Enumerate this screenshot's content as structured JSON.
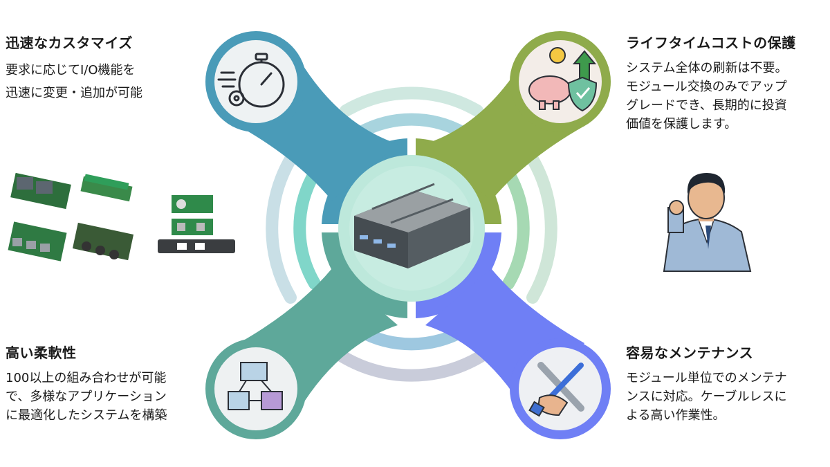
{
  "features": [
    {
      "title": "迅速なカスタマイズ",
      "lines": [
        "要求に応じてI/O機能を",
        "迅速に変更・追加が可能"
      ],
      "color": "#4a9bb8"
    },
    {
      "title": "ライフタイムコストの保護",
      "lines": [
        "システム全体の刷新は不要。",
        "モジュール交換のみでアップ",
        "グレードでき、長期的に投資",
        "価値を保護します。"
      ],
      "color": "#8fab4b"
    },
    {
      "title": "高い柔軟性",
      "lines": [
        "100以上の組み合わせが可能",
        "で、多様なアプリケーション",
        "に最適化したシステムを構築"
      ],
      "color": "#5ea89a"
    },
    {
      "title": "容易なメンテナンス",
      "lines": [
        "モジュール単位でのメンテナ",
        "ンスに対応。ケーブルレスに",
        "よる高い作業性。"
      ],
      "color": "#6f7ff5"
    }
  ],
  "center": {
    "color": "#bde8db"
  },
  "icons": [
    "stopwatch-gear-icon",
    "piggy-bank-shield-icon",
    "module-blocks-icon",
    "wrench-screwdriver-hand-icon"
  ]
}
